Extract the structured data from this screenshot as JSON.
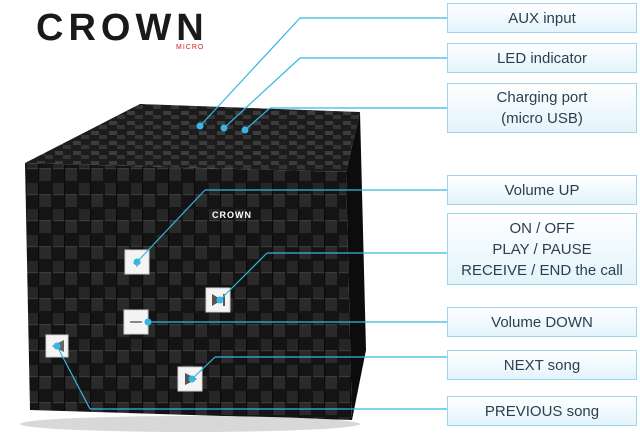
{
  "brand": {
    "name": "CROWN",
    "sub": "MICRO"
  },
  "callouts": {
    "aux": "AUX input",
    "led": "LED indicator",
    "charge_1": "Charging port",
    "charge_2": "(micro USB)",
    "vol_up": "Volume UP",
    "onoff_1": "ON / OFF",
    "onoff_2": "PLAY / PAUSE",
    "onoff_3": "RECEIVE / END the call",
    "vol_down": "Volume DOWN",
    "next": "NEXT song",
    "prev": "PREVIOUS song"
  },
  "device_logo": "CROWN",
  "colors": {
    "accent": "#34b7e3",
    "box_border": "#9bd6ee",
    "cube": "#151515",
    "text": "#2c3e50",
    "logo_red": "#d42020"
  }
}
